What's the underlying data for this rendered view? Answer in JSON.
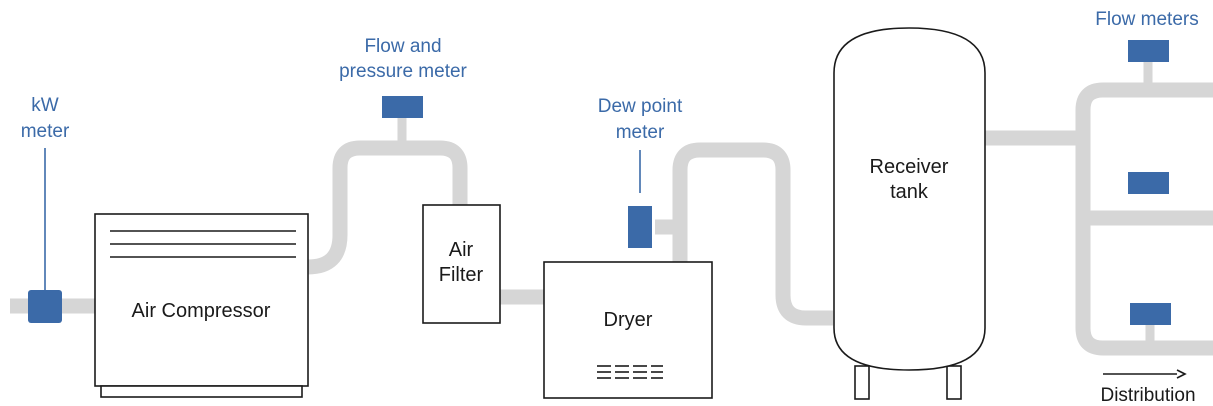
{
  "labels": {
    "kw_meter": [
      "kW",
      "meter"
    ],
    "flow_pressure_meter": [
      "Flow and",
      "pressure meter"
    ],
    "dew_point_meter": [
      "Dew point",
      "meter"
    ],
    "flow_meters": "Flow meters",
    "air_compressor": "Air Compressor",
    "air_filter": [
      "Air",
      "Filter"
    ],
    "dryer": "Dryer",
    "receiver_tank": [
      "Receiver",
      "tank"
    ],
    "distribution": "Distribution"
  },
  "colors": {
    "meter": "#3b6aa8",
    "pipe": "#d6d6d6",
    "outline": "#1a1a1a"
  }
}
